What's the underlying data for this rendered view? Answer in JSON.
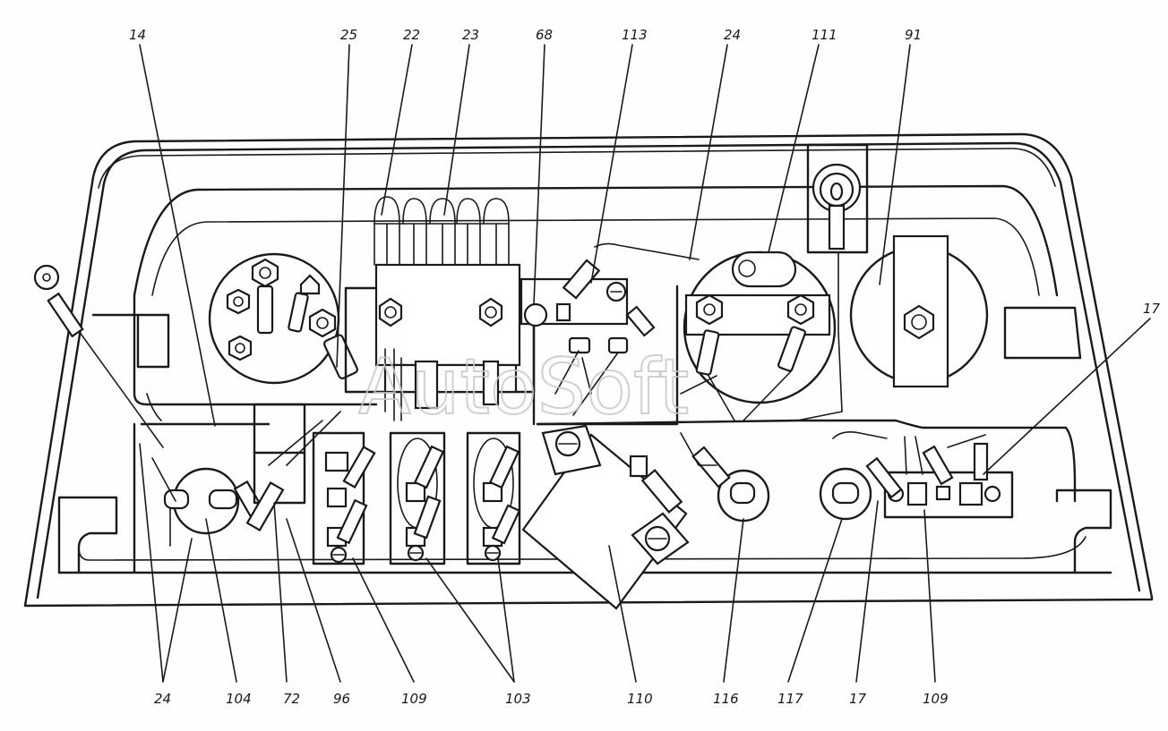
{
  "watermark": "AutoSoft",
  "callouts": {
    "top": [
      "14",
      "25",
      "22",
      "23",
      "68",
      "113",
      "24",
      "111",
      "91"
    ],
    "right": [
      "17"
    ],
    "bottom": [
      "24",
      "104",
      "72",
      "96",
      "109",
      "103",
      "110",
      "116",
      "117",
      "17",
      "109"
    ]
  }
}
